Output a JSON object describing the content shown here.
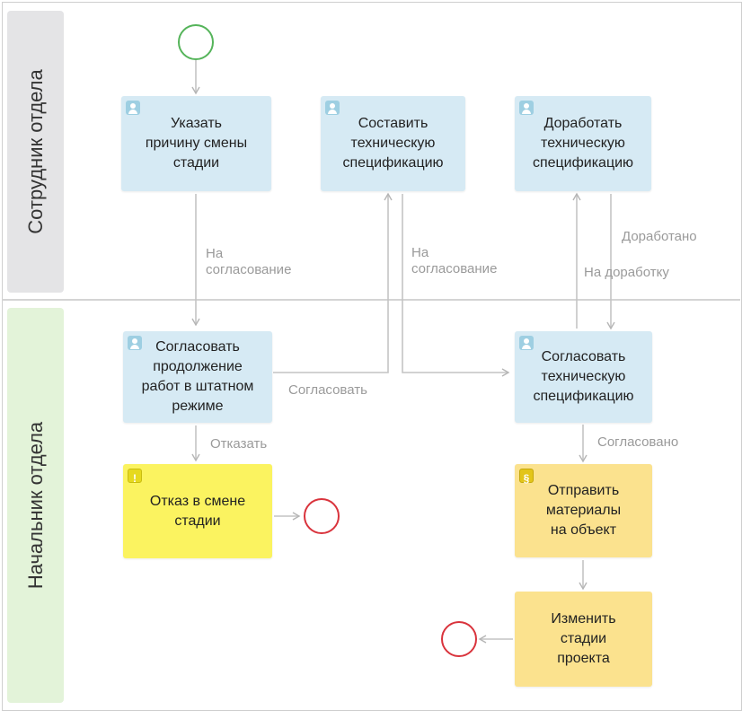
{
  "lanes": {
    "top": "Сотрудник отдела",
    "bottom": "Начальник отдела"
  },
  "nodes": {
    "indicate_reason": "Указать\nпричину смены\nстадии",
    "compose_spec": "Составить\nтехническую\nспецификацию",
    "rework_spec": "Доработать\nтехническую\nспецификацию",
    "approve_continue": "Согласовать\nпродолжение\nработ в штатном\nрежиме",
    "approve_spec": "Согласовать\nтехническую\nспецификацию",
    "refusal": "Отказ в смене\nстадии",
    "send_materials": "Отправить\nматериалы\nна объект",
    "change_stages": "Изменить\nстадии\nпроекта"
  },
  "edge_labels": {
    "to_approval_1": "На\nсогласование",
    "to_approval_2": "На\nсогласование",
    "reworked": "Доработано",
    "to_rework": "На доработку",
    "approve": "Согласовать",
    "refuse": "Отказать",
    "approved": "Согласовано"
  },
  "icons": {
    "user_task": "user-icon",
    "notification": "exclamation-icon",
    "script": "script-icon"
  },
  "colors": {
    "lane_top": "#e4e4e6",
    "lane_bottom": "#e3f3d9",
    "task": "#d6eaf4",
    "notification": "#fbf360",
    "script": "#fbe28e",
    "start_event": "#55b45a",
    "end_event": "#d9333c",
    "connector": "#bdbdbd"
  }
}
